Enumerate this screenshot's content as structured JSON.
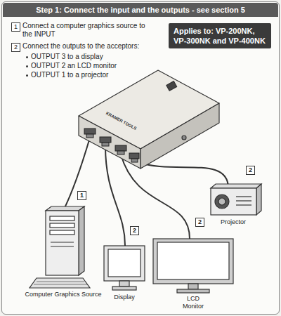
{
  "diagram": {
    "title": "Step 1: Connect the input and the outputs - see section 5",
    "nodes": [
      {
        "text": [
          "Applies to: VP-200NK, VP-300NK and VP-400NK"
        ]
      }
    ],
    "labels": [
      "1",
      "Connect a computer graphics source to the INPUT",
      "2",
      "Connect the outputs to the acceptors:",
      "OUTPUT 3 to a display",
      "OUTPUT 2 an LCD monitor",
      "OUTPUT 1 to a projector",
      "KRAMER TOOLS",
      "1",
      "2",
      "2",
      "2",
      "Computer Graphics Source",
      "Display",
      "LCD Monitor",
      "Projector"
    ]
  }
}
